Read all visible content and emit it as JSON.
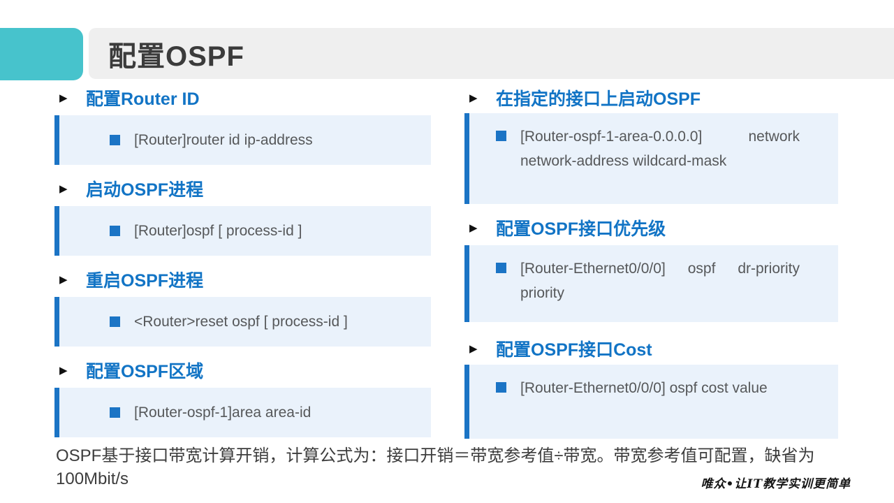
{
  "slide": {
    "title": "配置OSPF",
    "footer_note": "OSPF基于接口带宽计算开销，计算公式为：接口开销＝带宽参考值÷带宽。带宽参考值可配置，缺省为100Mbit/s",
    "watermark": "唯众•让IT教学实训更简单"
  },
  "icons": {
    "section_marker": "▶",
    "command_bullet": "square-bullet"
  },
  "colors": {
    "accent_teal": "#47c3cc",
    "header_gray": "#efefef",
    "heading_blue": "#1274c5",
    "box_background": "#eaf2fb",
    "box_border": "#1b74c5",
    "command_text": "#56585a",
    "title_text": "#3b3b3b"
  },
  "sections": {
    "left": [
      {
        "heading": "配置Router ID",
        "command": "[Router]router id ip-address"
      },
      {
        "heading": "启动OSPF进程",
        "command": "[Router]ospf [ process-id ]"
      },
      {
        "heading": "重启OSPF进程",
        "command": "<Router>reset ospf [ process-id ]"
      },
      {
        "heading": "配置OSPF区域",
        "command": "[Router-ospf-1]area area-id"
      }
    ],
    "right": [
      {
        "heading": "在指定的接口上启动OSPF",
        "command": "[Router-ospf-1-area-0.0.0.0] network network-address wildcard-mask"
      },
      {
        "heading": "配置OSPF接口优先级",
        "command": "[Router-Ethernet0/0/0] ospf dr-priority priority"
      },
      {
        "heading": "配置OSPF接口Cost",
        "command": "[Router-Ethernet0/0/0] ospf cost value"
      }
    ]
  }
}
